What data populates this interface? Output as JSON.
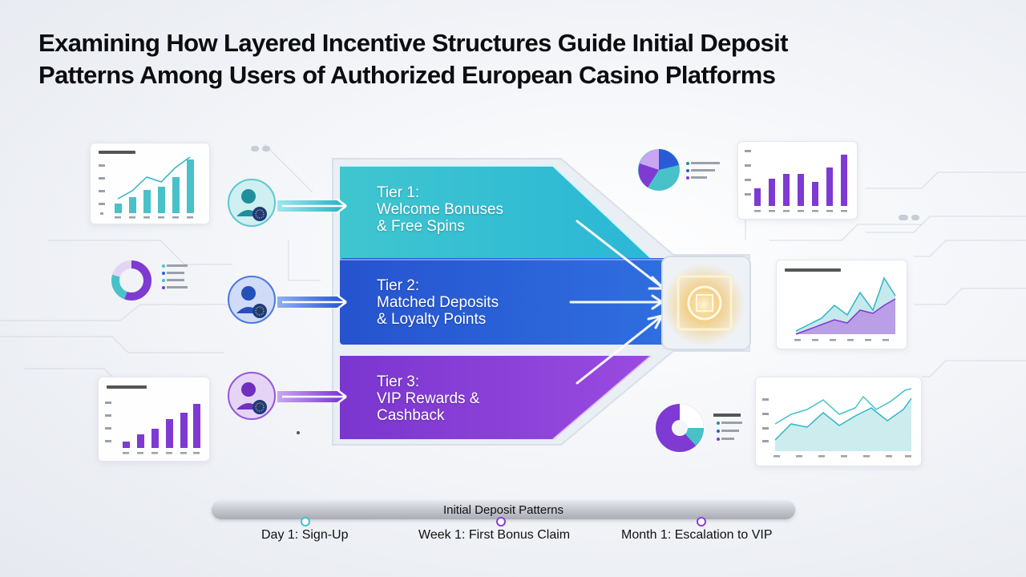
{
  "title": {
    "line1": "Examining How Layered Incentive Structures Guide Initial Deposit",
    "line2": "Patterns Among Users of Authorized European Casino Platforms"
  },
  "tiers": [
    {
      "line1": "Tier 1:",
      "line2": "Welcome Bonuses",
      "line3": "& Free Spins",
      "color": "#3ec3cf"
    },
    {
      "line1": "Tier 2:",
      "line2": "Matched Deposits",
      "line3": "& Loyalty Points",
      "color": "#2a5bd7"
    },
    {
      "line1": "Tier 3:",
      "line2": "VIP Rewards &",
      "line3": "Cashback",
      "color": "#8a3fd6"
    }
  ],
  "timeline": {
    "title": "Initial Deposit Patterns",
    "milestones": [
      "Day 1: Sign-Up",
      "Week 1: First Bonus Claim",
      "Month 1: Escalation to VIP"
    ]
  },
  "colors": {
    "teal": "#3ec3cf",
    "blue": "#2a5bd7",
    "purple": "#8a3fd6",
    "gold": "#f5b942"
  },
  "icons": [
    "user-icon",
    "eu-stars-icon",
    "vault-icon"
  ]
}
